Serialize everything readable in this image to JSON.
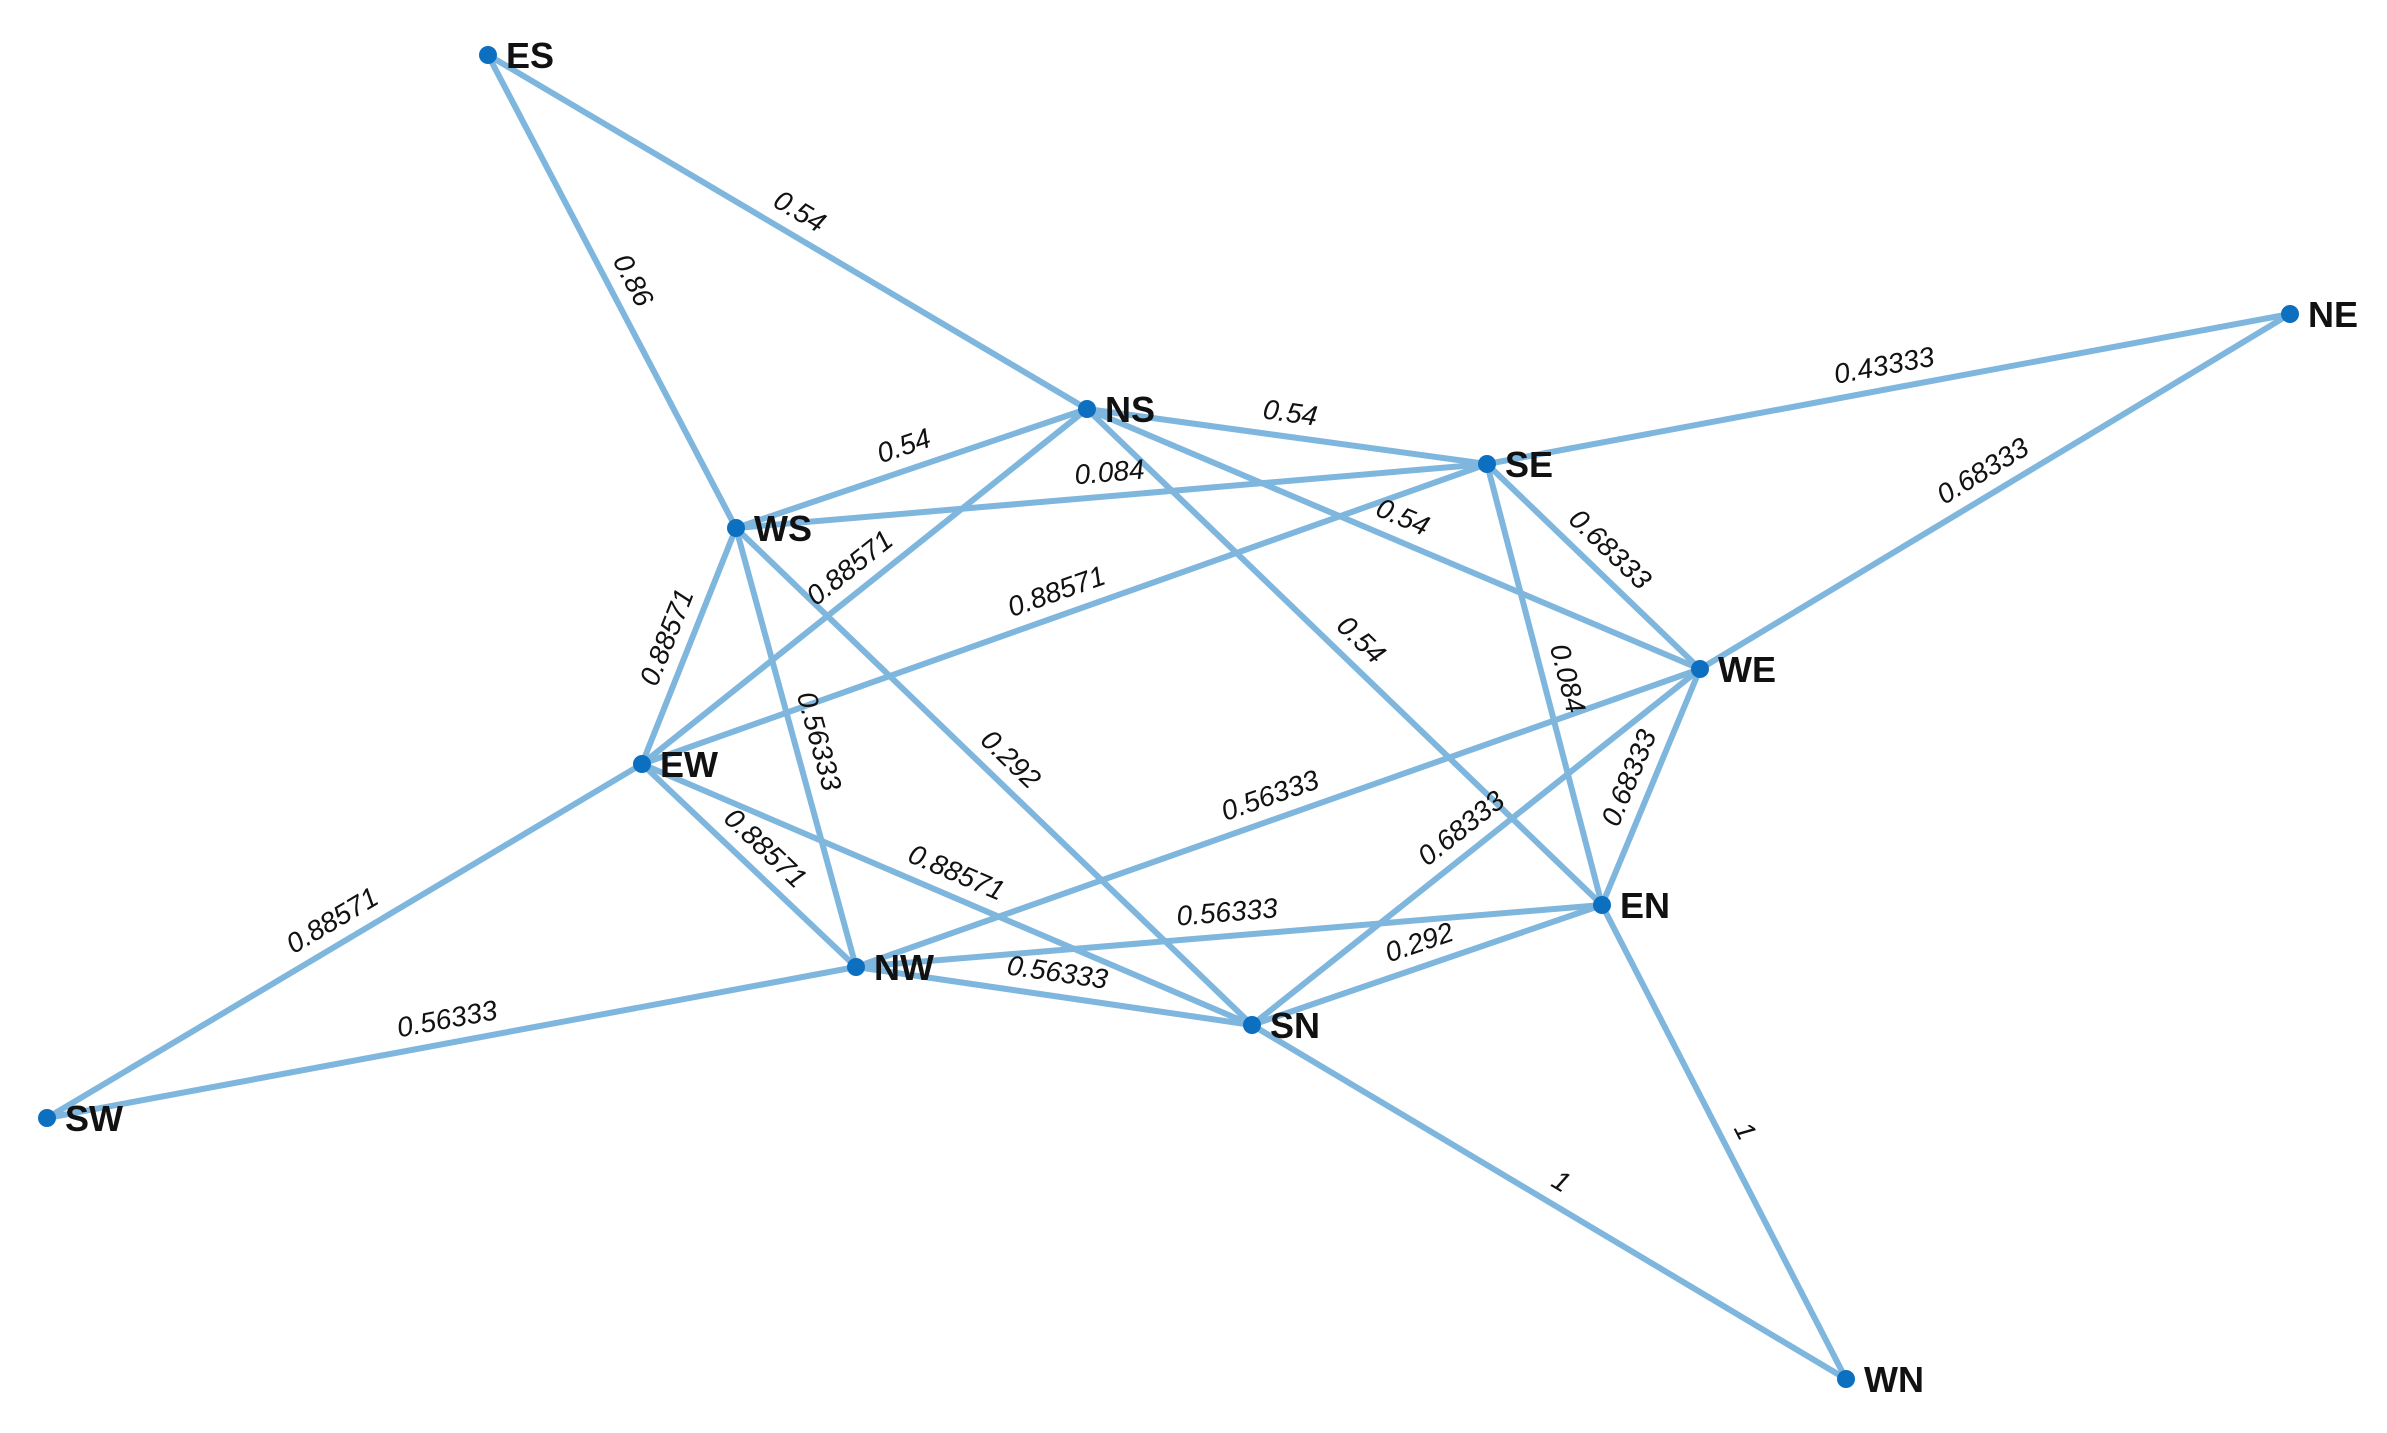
{
  "colors": {
    "edge": "#7fb6dd",
    "node": "#0d6fc0",
    "text": "#111111",
    "background": "#ffffff"
  },
  "nodes": [
    "ES",
    "NE",
    "NS",
    "SE",
    "WS",
    "WE",
    "EW",
    "EN",
    "NW",
    "SN",
    "SW",
    "WN"
  ],
  "edges": [
    {
      "source": "ES",
      "target": "NS",
      "weight": "0.54"
    },
    {
      "source": "ES",
      "target": "WS",
      "weight": "0.86"
    },
    {
      "source": "NS",
      "target": "WS",
      "weight": "0.54"
    },
    {
      "source": "NS",
      "target": "SE",
      "weight": "0.54"
    },
    {
      "source": "NS",
      "target": "EW",
      "weight": "0.88571"
    },
    {
      "source": "NS",
      "target": "WE",
      "weight": "0.54"
    },
    {
      "source": "NS",
      "target": "EN",
      "weight": "0.54"
    },
    {
      "source": "SE",
      "target": "NE",
      "weight": "0.43333"
    },
    {
      "source": "SE",
      "target": "WS",
      "weight": "0.084"
    },
    {
      "source": "SE",
      "target": "EW",
      "weight": "0.88571"
    },
    {
      "source": "SE",
      "target": "WE",
      "weight": "0.68333"
    },
    {
      "source": "SE",
      "target": "EN",
      "weight": "0.084"
    },
    {
      "source": "NE",
      "target": "WE",
      "weight": "0.68333"
    },
    {
      "source": "WS",
      "target": "EW",
      "weight": "0.88571"
    },
    {
      "source": "WS",
      "target": "NW",
      "weight": "0.56333"
    },
    {
      "source": "WS",
      "target": "SN",
      "weight": "0.292"
    },
    {
      "source": "WE",
      "target": "NW",
      "weight": "0.56333"
    },
    {
      "source": "WE",
      "target": "EN",
      "weight": "0.68333"
    },
    {
      "source": "WE",
      "target": "SN",
      "weight": "0.68333"
    },
    {
      "source": "EW",
      "target": "NW",
      "weight": "0.88571"
    },
    {
      "source": "EW",
      "target": "SN",
      "weight": "0.88571"
    },
    {
      "source": "EW",
      "target": "SW",
      "weight": "0.88571"
    },
    {
      "source": "NW",
      "target": "EN",
      "weight": "0.56333"
    },
    {
      "source": "NW",
      "target": "SN",
      "weight": "0.56333"
    },
    {
      "source": "NW",
      "target": "SW",
      "weight": "0.56333"
    },
    {
      "source": "SN",
      "target": "EN",
      "weight": "0.292"
    },
    {
      "source": "SN",
      "target": "WN",
      "weight": "1"
    },
    {
      "source": "EN",
      "target": "WN",
      "weight": "1"
    }
  ]
}
